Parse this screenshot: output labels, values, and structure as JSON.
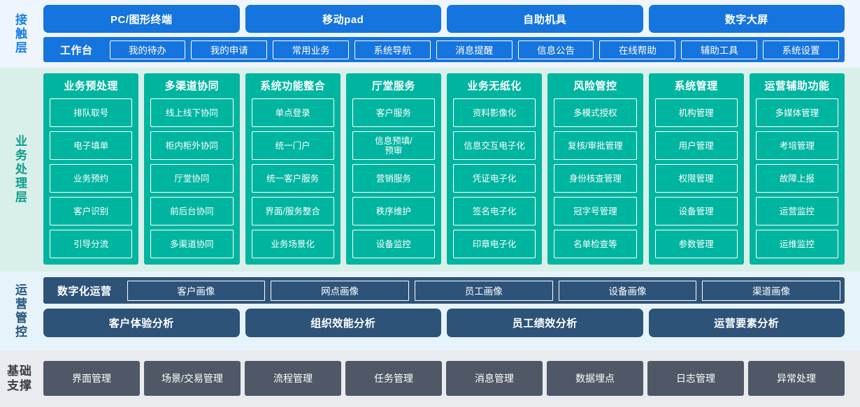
{
  "colors": {
    "contact_accent": "#1574dd",
    "contact_bg": "#eef5fd",
    "business_accent": "#00b5a0",
    "business_bg": "#d9efe9",
    "ops_accent": "#2e5379",
    "ops_bg": "#e7f3fb",
    "base_accent": "#4f5866",
    "base_bg": "#e9ebee"
  },
  "contact_layer": {
    "side_label": "接触层",
    "terminals": [
      {
        "label": "PC/图形终端"
      },
      {
        "label": "移动pad"
      },
      {
        "label": "自助机具"
      },
      {
        "label": "数字大屏"
      }
    ],
    "workbench_label": "工作台",
    "workbench_items": [
      {
        "label": "我的待办"
      },
      {
        "label": "我的申请"
      },
      {
        "label": "常用业务"
      },
      {
        "label": "系统导航"
      },
      {
        "label": "消息提醒"
      },
      {
        "label": "信息公告"
      },
      {
        "label": "在线帮助"
      },
      {
        "label": "辅助工具"
      },
      {
        "label": "系统设置"
      }
    ]
  },
  "business_layer": {
    "side_label": "业务处理层",
    "columns": [
      {
        "title": "业务预处理",
        "items": [
          {
            "label": "排队取号"
          },
          {
            "label": "电子填单"
          },
          {
            "label": "业务预约"
          },
          {
            "label": "客户识别"
          },
          {
            "label": "引导分流"
          }
        ]
      },
      {
        "title": "多渠道协同",
        "items": [
          {
            "label": "线上线下协同"
          },
          {
            "label": "柜内柜外协同"
          },
          {
            "label": "厅堂协同"
          },
          {
            "label": "前后台协同"
          },
          {
            "label": "多渠道协同"
          }
        ]
      },
      {
        "title": "系统功能整合",
        "items": [
          {
            "label": "单点登录"
          },
          {
            "label": "统一门户"
          },
          {
            "label": "统一客户服务"
          },
          {
            "label": "界面/服务整合"
          },
          {
            "label": "业务场景化"
          }
        ]
      },
      {
        "title": "厅堂服务",
        "items": [
          {
            "label": "客户服务"
          },
          {
            "label": "信息预填/\n预审"
          },
          {
            "label": "营销服务"
          },
          {
            "label": "秩序维护"
          },
          {
            "label": "设备监控"
          }
        ]
      },
      {
        "title": "业务无纸化",
        "items": [
          {
            "label": "资料影像化"
          },
          {
            "label": "信息交互电子化"
          },
          {
            "label": "凭证电子化"
          },
          {
            "label": "签名电子化"
          },
          {
            "label": "印章电子化"
          }
        ]
      },
      {
        "title": "风险管控",
        "items": [
          {
            "label": "多模式授权"
          },
          {
            "label": "复核/审批管理"
          },
          {
            "label": "身份核查管理"
          },
          {
            "label": "冠字号管理"
          },
          {
            "label": "名单检查等"
          }
        ]
      },
      {
        "title": "系统管理",
        "items": [
          {
            "label": "机构管理"
          },
          {
            "label": "用户管理"
          },
          {
            "label": "权限管理"
          },
          {
            "label": "设备管理"
          },
          {
            "label": "参数管理"
          }
        ]
      },
      {
        "title": "运营辅助功能",
        "items": [
          {
            "label": "多媒体管理"
          },
          {
            "label": "考培管理"
          },
          {
            "label": "故障上报"
          },
          {
            "label": "运营监控"
          },
          {
            "label": "运维监控"
          }
        ]
      }
    ]
  },
  "ops_layer": {
    "side_label": "运营管控",
    "digital_ops_label": "数字化运营",
    "portraits": [
      {
        "label": "客户画像"
      },
      {
        "label": "网点画像"
      },
      {
        "label": "员工画像"
      },
      {
        "label": "设备画像"
      },
      {
        "label": "渠道画像"
      }
    ],
    "analyses": [
      {
        "label": "客户体验分析"
      },
      {
        "label": "组织效能分析"
      },
      {
        "label": "员工绩效分析"
      },
      {
        "label": "运营要素分析"
      }
    ]
  },
  "base_layer": {
    "side_label_line1": "基础",
    "side_label_line2": "支撑",
    "items": [
      {
        "label": "界面管理"
      },
      {
        "label": "场景/交易管理"
      },
      {
        "label": "流程管理"
      },
      {
        "label": "任务管理"
      },
      {
        "label": "消息管理"
      },
      {
        "label": "数据埋点"
      },
      {
        "label": "日志管理"
      },
      {
        "label": "异常处理"
      }
    ]
  }
}
